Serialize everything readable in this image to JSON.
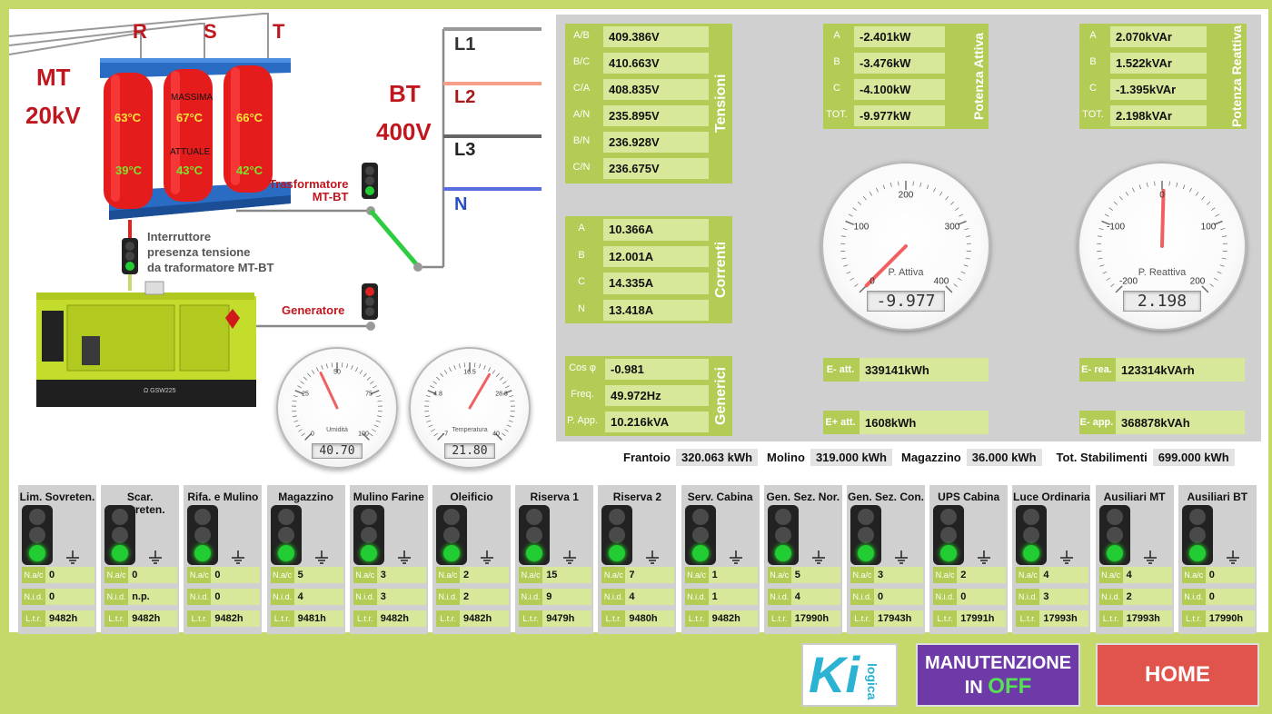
{
  "diagram": {
    "phases": [
      "R",
      "S",
      "T"
    ],
    "mt_label": "MT",
    "mt_voltage": "20kV",
    "bt_label": "BT",
    "bt_voltage": "400V",
    "lines": [
      "L1",
      "L2",
      "L3",
      "N"
    ],
    "max_label": "MASSIMA",
    "actual_label": "ATTUALE",
    "temps_max": [
      "63°C",
      "67°C",
      "66°C"
    ],
    "temps_actual": [
      "39°C",
      "43°C",
      "42°C"
    ],
    "transformer_label_1": "Trasformatore",
    "transformer_label_2": "MT-BT",
    "breaker_line1": "Interruttore",
    "breaker_line2": "presenza tensione",
    "breaker_line3": "da traformatore MT-BT",
    "generator_label": "Generatore",
    "generator_brand": "Ω GSW225"
  },
  "small_gauges": {
    "humidity": {
      "title": "Umidità",
      "value": "40.70",
      "level": 40.7,
      "min": 0,
      "max": 100,
      "ticks": [
        "0",
        "25",
        "50",
        "75",
        "100"
      ]
    },
    "temperature": {
      "title": "Temperatura",
      "value": "21.80",
      "level": 21.8,
      "min": -7,
      "max": 40,
      "ticks": [
        "-7",
        "4.8",
        "16.5",
        "28.3",
        "40"
      ]
    }
  },
  "tensioni": {
    "title": "Tensioni",
    "rows": [
      {
        "label": "A/B",
        "value": "409.386V"
      },
      {
        "label": "B/C",
        "value": "410.663V"
      },
      {
        "label": "C/A",
        "value": "408.835V"
      },
      {
        "label": "A/N",
        "value": "235.895V"
      },
      {
        "label": "B/N",
        "value": "236.928V"
      },
      {
        "label": "C/N",
        "value": "236.675V"
      }
    ]
  },
  "correnti": {
    "title": "Correnti",
    "rows": [
      {
        "label": "A",
        "value": "10.366A"
      },
      {
        "label": "B",
        "value": "12.001A"
      },
      {
        "label": "C",
        "value": "14.335A"
      },
      {
        "label": "N",
        "value": "13.418A"
      }
    ]
  },
  "generici": {
    "title": "Generici",
    "rows": [
      {
        "label": "Cos φ",
        "value": "-0.981"
      },
      {
        "label": "Freq.",
        "value": "49.972Hz"
      },
      {
        "label": "P. App.",
        "value": "10.216kVA"
      }
    ]
  },
  "potenza_attiva": {
    "title": "Potenza Attiva",
    "rows": [
      {
        "label": "A",
        "value": "-2.401kW"
      },
      {
        "label": "B",
        "value": "-3.476kW"
      },
      {
        "label": "C",
        "value": "-4.100kW"
      },
      {
        "label": "TOT.",
        "value": "-9.977kW"
      }
    ]
  },
  "potenza_reattiva": {
    "title": "Potenza Reattiva",
    "rows": [
      {
        "label": "A",
        "value": "2.070kVAr"
      },
      {
        "label": "B",
        "value": "1.522kVAr"
      },
      {
        "label": "C",
        "value": "-1.395kVAr"
      },
      {
        "label": "TOT.",
        "value": "2.198kVAr"
      }
    ]
  },
  "big_gauges": {
    "attiva": {
      "title": "P. Attiva",
      "value": "-9.977",
      "level": -9.977,
      "min": 0,
      "max": 400,
      "ticks": [
        "0",
        "100",
        "200",
        "300",
        "400"
      ]
    },
    "reattiva": {
      "title": "P. Reattiva",
      "value": "2.198",
      "level": 2.198,
      "min": -200,
      "max": 200,
      "ticks": [
        "-200",
        "-100",
        "0",
        "100",
        "200"
      ]
    }
  },
  "energy": {
    "e_att": {
      "label": "E- att.",
      "value": "339141kWh"
    },
    "e_rea": {
      "label": "E- rea.",
      "value": "123314kVArh"
    },
    "e_plus_att": {
      "label": "E+ att.",
      "value": "1608kWh"
    },
    "e_app": {
      "label": "E- app.",
      "value": "368878kVAh"
    }
  },
  "stabilimenti": [
    {
      "label": "Frantoio",
      "value": "320.063 kWh"
    },
    {
      "label": "Molino",
      "value": "319.000 kWh"
    },
    {
      "label": "Magazzino",
      "value": "36.000 kWh"
    },
    {
      "label": "Tot. Stabilimenti",
      "value": "699.000 kWh"
    }
  ],
  "feeder_labels": {
    "nac": "N.a/c",
    "nid": "N.i.d.",
    "ltr": "L.t.r."
  },
  "feeders": [
    {
      "name": "Lim. Sovreten.",
      "nac": "0",
      "nid": "0",
      "ltr": "9482h"
    },
    {
      "name": "Scar. Sovreten.",
      "nac": "0",
      "nid": "n.p.",
      "ltr": "9482h"
    },
    {
      "name": "Rifa. e Mulino",
      "nac": "0",
      "nid": "0",
      "ltr": "9482h"
    },
    {
      "name": "Magazzino",
      "nac": "5",
      "nid": "4",
      "ltr": "9481h"
    },
    {
      "name": "Mulino Farine",
      "nac": "3",
      "nid": "3",
      "ltr": "9482h"
    },
    {
      "name": "Oleificio",
      "nac": "2",
      "nid": "2",
      "ltr": "9482h"
    },
    {
      "name": "Riserva 1",
      "nac": "15",
      "nid": "9",
      "ltr": "9479h"
    },
    {
      "name": "Riserva 2",
      "nac": "7",
      "nid": "4",
      "ltr": "9480h"
    },
    {
      "name": "Serv. Cabina",
      "nac": "1",
      "nid": "1",
      "ltr": "9482h"
    },
    {
      "name": "Gen. Sez. Nor.",
      "nac": "5",
      "nid": "4",
      "ltr": "17990h"
    },
    {
      "name": "Gen. Sez. Con.",
      "nac": "3",
      "nid": "0",
      "ltr": "17943h"
    },
    {
      "name": "UPS Cabina",
      "nac": "2",
      "nid": "0",
      "ltr": "17991h"
    },
    {
      "name": "Luce Ordinaria",
      "nac": "4",
      "nid": "3",
      "ltr": "17993h"
    },
    {
      "name": "Ausiliari MT",
      "nac": "4",
      "nid": "2",
      "ltr": "17993h"
    },
    {
      "name": "Ausiliari BT",
      "nac": "0",
      "nid": "0",
      "ltr": "17990h"
    }
  ],
  "footer": {
    "logo_text": "Ki",
    "logo_sub": "logica",
    "maintenance_line1": "MANUTENZIONE",
    "maintenance_in": "IN",
    "maintenance_state": "OFF",
    "home_label": "HOME"
  },
  "colors": {
    "background": "#c4d96a",
    "panel": "#d0d0d0",
    "label_green": "#b3cc55",
    "value_green": "#d8e89a",
    "alarm_red": "#c0161e",
    "lamp_on": "#22cc33",
    "lamp_alarm": "#dd2222",
    "maintenance": "#6e3aa8",
    "home": "#e0544b",
    "needle": "#f06060"
  }
}
